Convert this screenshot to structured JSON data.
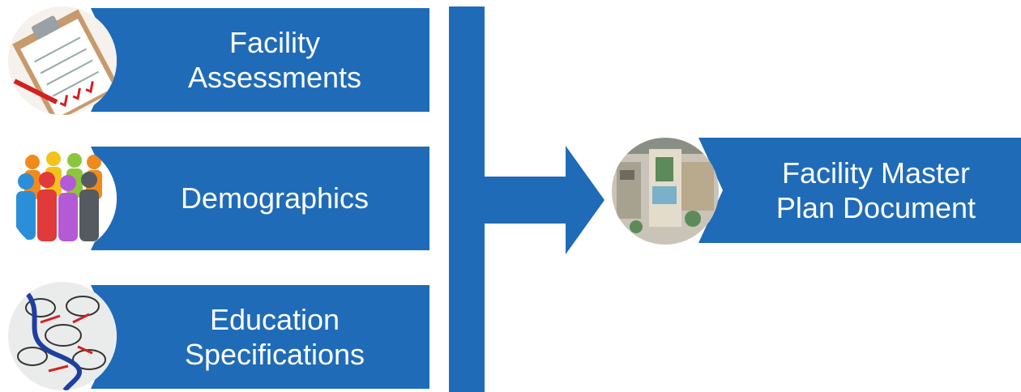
{
  "inputs": [
    {
      "line1": "Facility",
      "line2": "Assessments",
      "icon": "clipboard-checklist-icon"
    },
    {
      "line1": "Demographics",
      "line2": "",
      "icon": "people-group-icon"
    },
    {
      "line1": "Education",
      "line2": "Specifications",
      "icon": "mind-map-sketch-icon"
    }
  ],
  "output": {
    "line1": "Facility Master",
    "line2": "Plan Document",
    "icon": "site-plan-icon"
  },
  "colors": {
    "accent": "#1f6bb8"
  }
}
